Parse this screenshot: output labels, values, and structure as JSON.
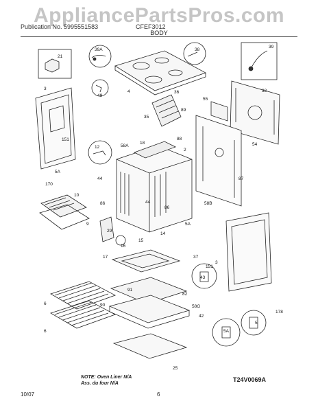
{
  "watermark": "AppliancePartsPros.com",
  "header": {
    "left": "Publication No. 5995551583",
    "right": "CFEF3012",
    "section": "BODY"
  },
  "footer": {
    "note_line1": "NOTE: Oven Liner N/A",
    "note_line2": "Ass. du four N/A",
    "diagram_code": "T24V0069A",
    "date": "10/07",
    "page": "6"
  },
  "parts": [
    "21",
    "3",
    "151",
    "5A",
    "170",
    "39A",
    "4",
    "49",
    "38",
    "39",
    "33",
    "36",
    "35",
    "89",
    "88",
    "55",
    "54",
    "12",
    "44",
    "5A",
    "58A",
    "18",
    "2",
    "87",
    "58B",
    "10",
    "9",
    "86",
    "44",
    "29",
    "16",
    "14",
    "15",
    "17",
    "86",
    "37",
    "151",
    "3",
    "43",
    "91",
    "82",
    "58G",
    "90",
    "42",
    "6",
    "6",
    "25",
    "5A",
    "5",
    "178"
  ]
}
